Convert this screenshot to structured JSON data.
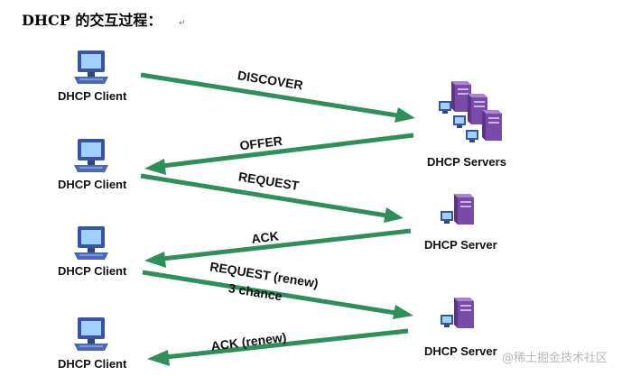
{
  "title": "DHCP 的交互过程：",
  "title_mark": "↵",
  "clients": [
    {
      "label": "DHCP Client"
    },
    {
      "label": "DHCP Client"
    },
    {
      "label": "DHCP Client"
    },
    {
      "label": "DHCP Client"
    }
  ],
  "servers": [
    {
      "label": "DHCP Servers",
      "icon": "server-cluster-icon"
    },
    {
      "label": "DHCP Server",
      "icon": "server-icon"
    },
    {
      "label": "DHCP Server",
      "icon": "server-icon"
    }
  ],
  "messages": [
    {
      "label": "DISCOVER",
      "direction": "client-to-server"
    },
    {
      "label": "OFFER",
      "direction": "server-to-client"
    },
    {
      "label": "REQUEST",
      "direction": "client-to-server"
    },
    {
      "label": "ACK",
      "direction": "server-to-client"
    },
    {
      "label": "REQUEST (renew)",
      "sublabel": "3 chance",
      "direction": "client-to-server"
    },
    {
      "label": "ACK (renew)",
      "direction": "server-to-client"
    }
  ],
  "watermark": "@稀土掘金技术社区",
  "colors": {
    "arrow": "#2f8f5a",
    "monitor": "#3a55a0",
    "screen": "#9fd0ff",
    "server": "#7a4aa8"
  }
}
